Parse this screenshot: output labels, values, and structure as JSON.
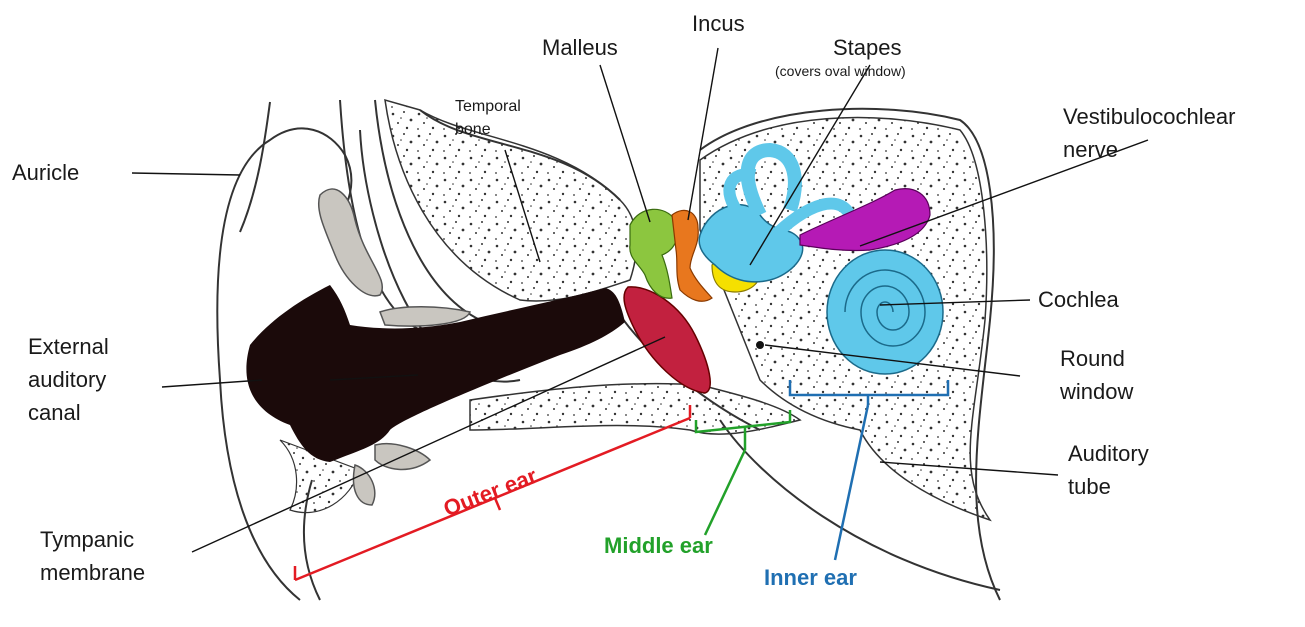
{
  "labels": {
    "auricle": "Auricle",
    "temporal_bone": [
      "Temporal",
      "bone"
    ],
    "malleus": "Malleus",
    "incus": "Incus",
    "stapes": "Stapes",
    "stapes_note": "(covers oval window)",
    "vestibulocochlear_nerve": [
      "Vestibulocochlear",
      "nerve"
    ],
    "cochlea": "Cochlea",
    "round_window": [
      "Round",
      "window"
    ],
    "external_auditory_canal": [
      "External",
      "auditory",
      "canal"
    ],
    "auditory_tube": [
      "Auditory",
      "tube"
    ],
    "tympanic_membrane": [
      "Tympanic",
      "membrane"
    ]
  },
  "regions": {
    "outer_ear": "Outer ear",
    "middle_ear": "Middle ear",
    "inner_ear": "Inner ear"
  },
  "colors": {
    "outer_ear": "#e31b23",
    "middle_ear": "#22a12a",
    "inner_ear": "#1f6fb2",
    "malleus": "#8cc63f",
    "incus": "#e8771e",
    "stapes": "#f5e000",
    "inner_ear_structure": "#5fc8ea",
    "nerve": "#b51ab5",
    "tympanic_membrane": "#c2213f",
    "canal_wax": "#1b0a0a",
    "cartilage": "#c9c6c0"
  },
  "icons": [
    "ear-anatomy-illustration"
  ]
}
